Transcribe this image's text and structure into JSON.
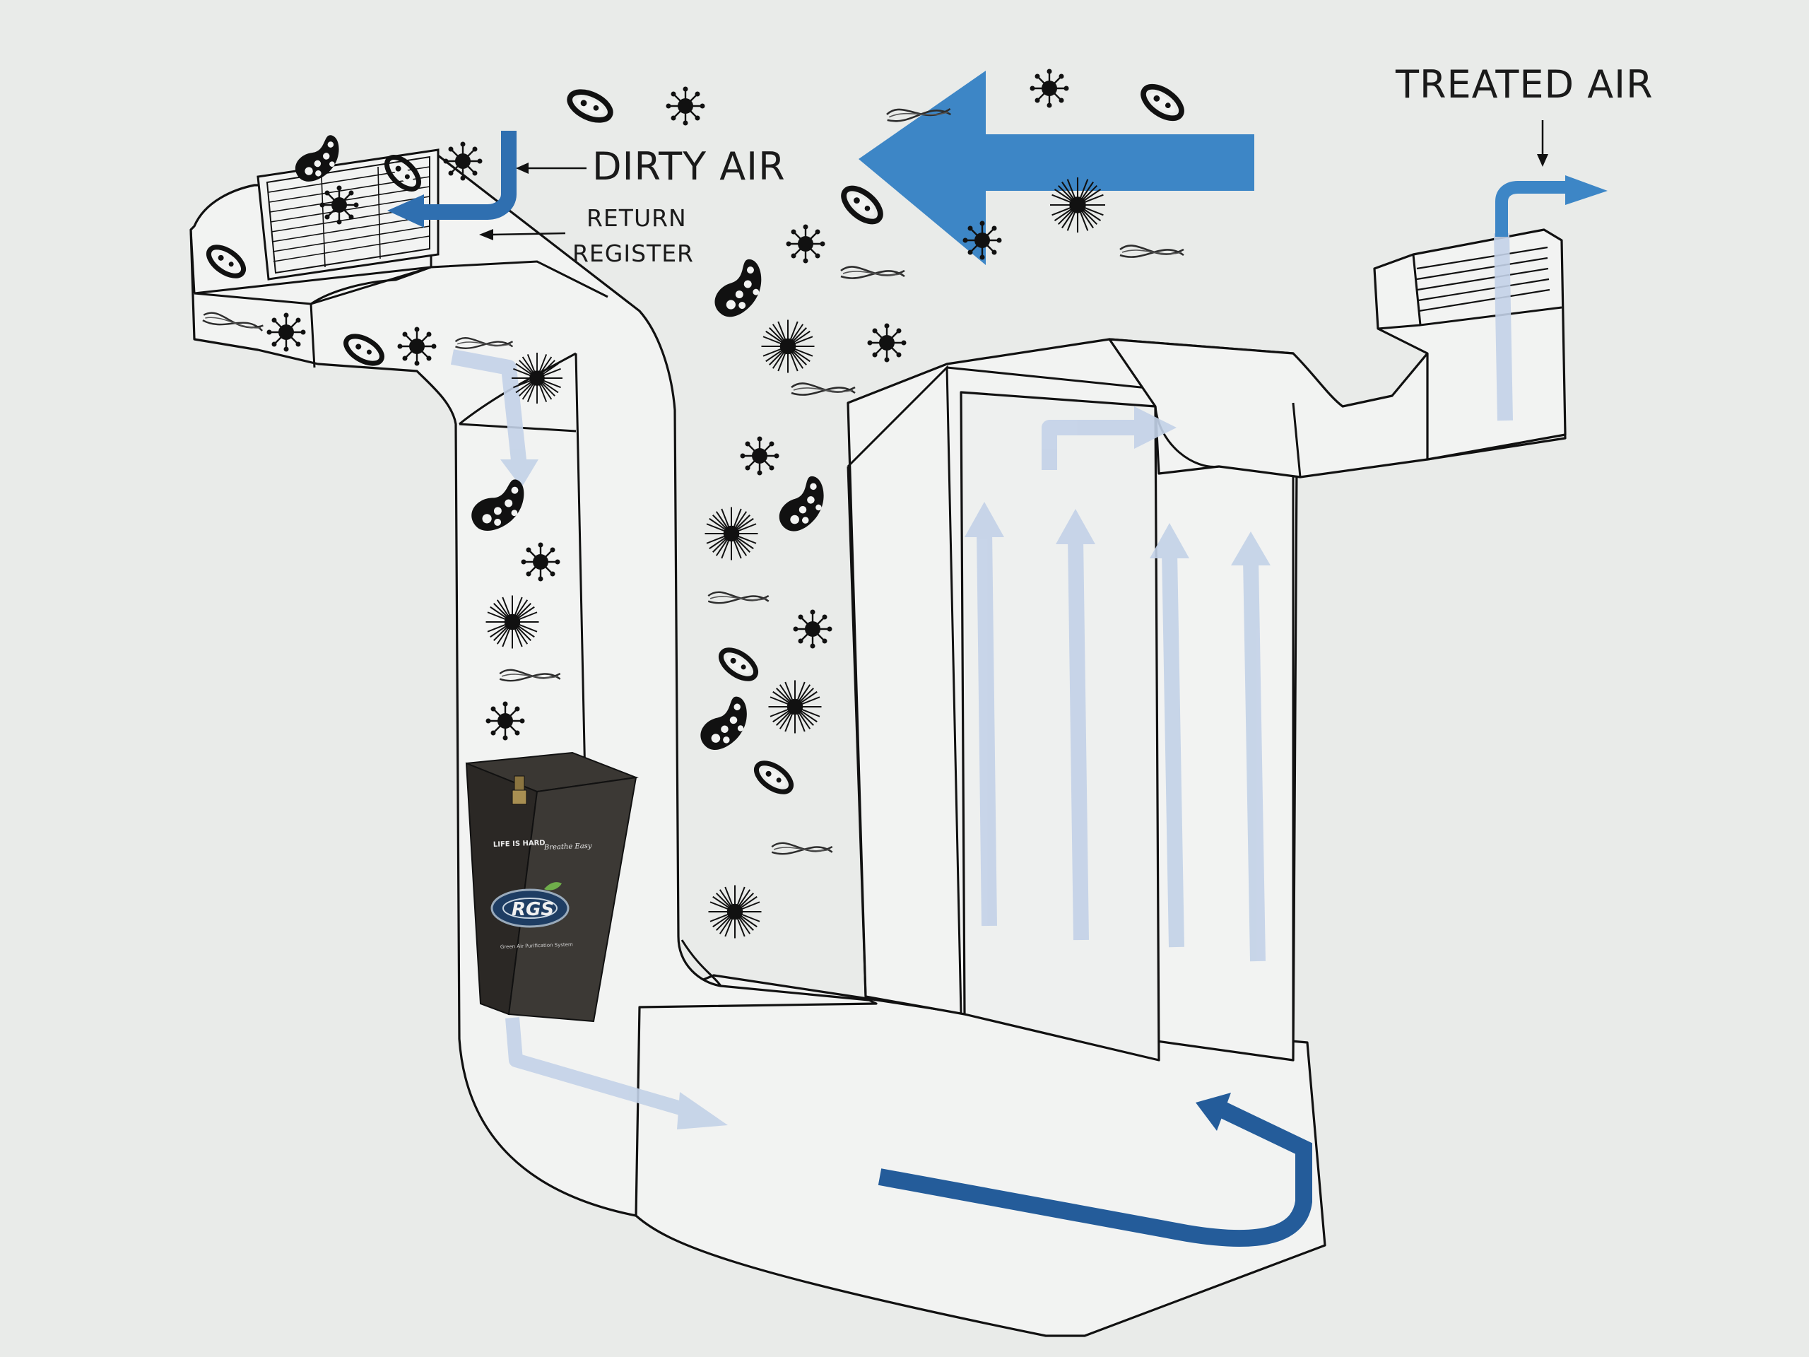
{
  "labels": {
    "dirty_air": "DIRTY AIR",
    "return_register_line1": "RETURN",
    "return_register_line2": "REGISTER",
    "treated_air": "TREATED AIR"
  },
  "device": {
    "tagline_left": "LIFE IS HARD",
    "tagline_right": "Breathe Easy",
    "logo_text": "RGS",
    "caption": "Green Air Purification System"
  },
  "icons": {
    "contaminant_types": [
      "spore-icon",
      "virus-icon",
      "pollen-icon",
      "bacteria-icon"
    ]
  },
  "colors": {
    "flow_strong": "#3d86c6",
    "flow_dark": "#245c9a",
    "flow_faint": "#c3d2e8",
    "ink": "#111111",
    "background": "#e9ebe9"
  }
}
